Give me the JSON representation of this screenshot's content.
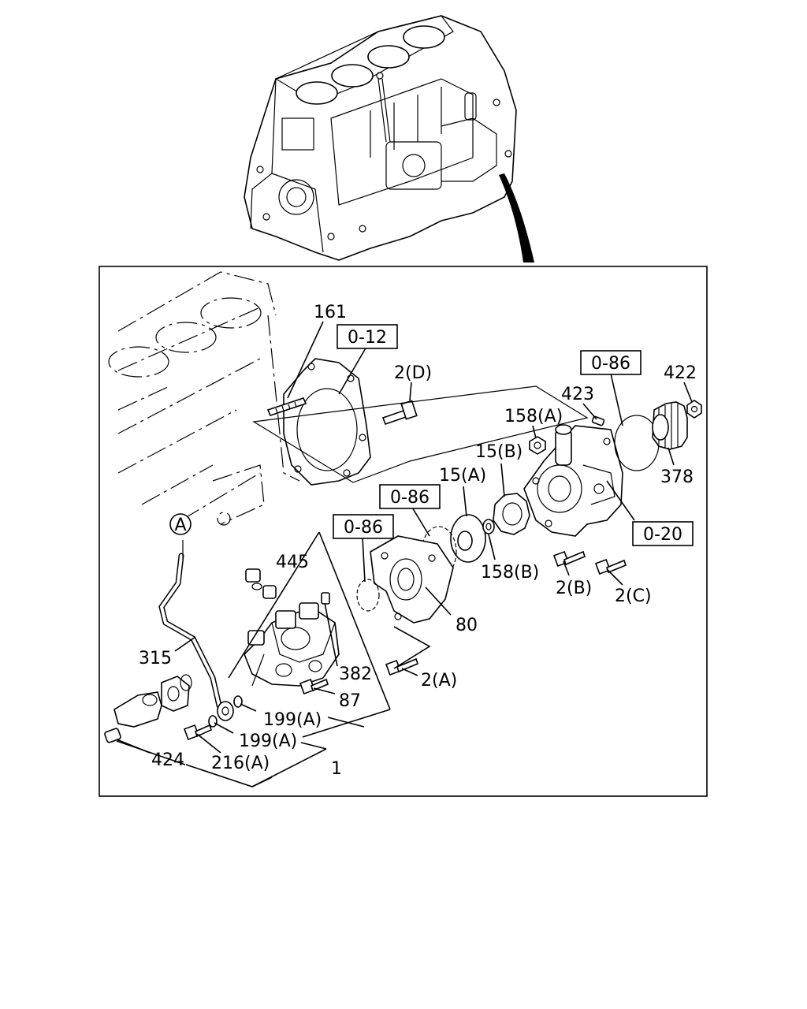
{
  "callouts": {
    "c161": "161",
    "c2d": "2(D)",
    "c423": "423",
    "c158a": "158(A)",
    "c422": "422",
    "c15b": "15(B)",
    "c15a": "15(A)",
    "c378": "378",
    "c445": "445",
    "c158b": "158(B)",
    "c2b": "2(B)",
    "c2c": "2(C)",
    "c80": "80",
    "c315": "315",
    "c382": "382",
    "c2a": "2(A)",
    "c87": "87",
    "c199a1": "199(A)",
    "c199a2": "199(A)",
    "c424": "424",
    "c216a": "216(A)",
    "c1": "1",
    "circleA": "A"
  },
  "refs": {
    "r012": "0-12",
    "r086_top": "0-86",
    "r086_mid": "0-86",
    "r086_left": "0-86",
    "r020": "0-20"
  }
}
